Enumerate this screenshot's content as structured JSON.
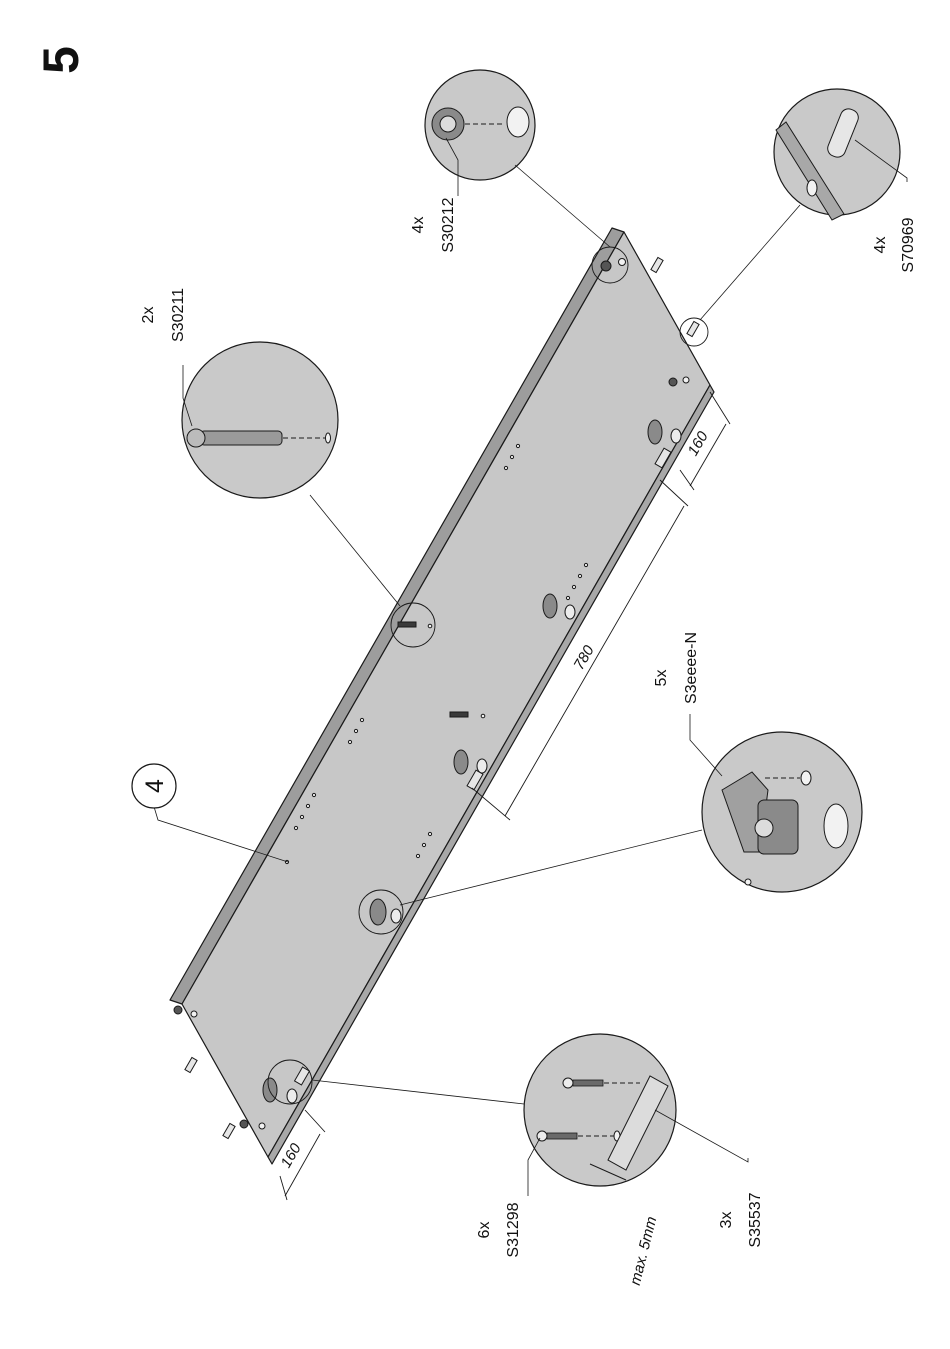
{
  "step_number": "5",
  "panel_number": "4",
  "callouts": [
    {
      "id": "S30211",
      "quantity": "2x",
      "code": "S30211"
    },
    {
      "id": "S30212",
      "quantity": "4x",
      "code": "S30212"
    },
    {
      "id": "S70969",
      "quantity": "4x",
      "code": "S70969"
    },
    {
      "id": "S3eeee-N",
      "quantity": "5x",
      "code": "S3eeee-N"
    },
    {
      "id": "S31298",
      "quantity": "6x",
      "code": "S31298"
    },
    {
      "id": "S35537",
      "quantity": "3x",
      "code": "S35537"
    }
  ],
  "dimensions": {
    "end_offset_left": "160",
    "end_offset_right": "160",
    "middle_span": "780"
  },
  "note_max_depth": "max. 5mm",
  "colors": {
    "panel_face": "#c7c7c7",
    "panel_edge": "#9d9d9d",
    "circle_fill": "#c9c9c9",
    "line": "#1a1a1a"
  }
}
